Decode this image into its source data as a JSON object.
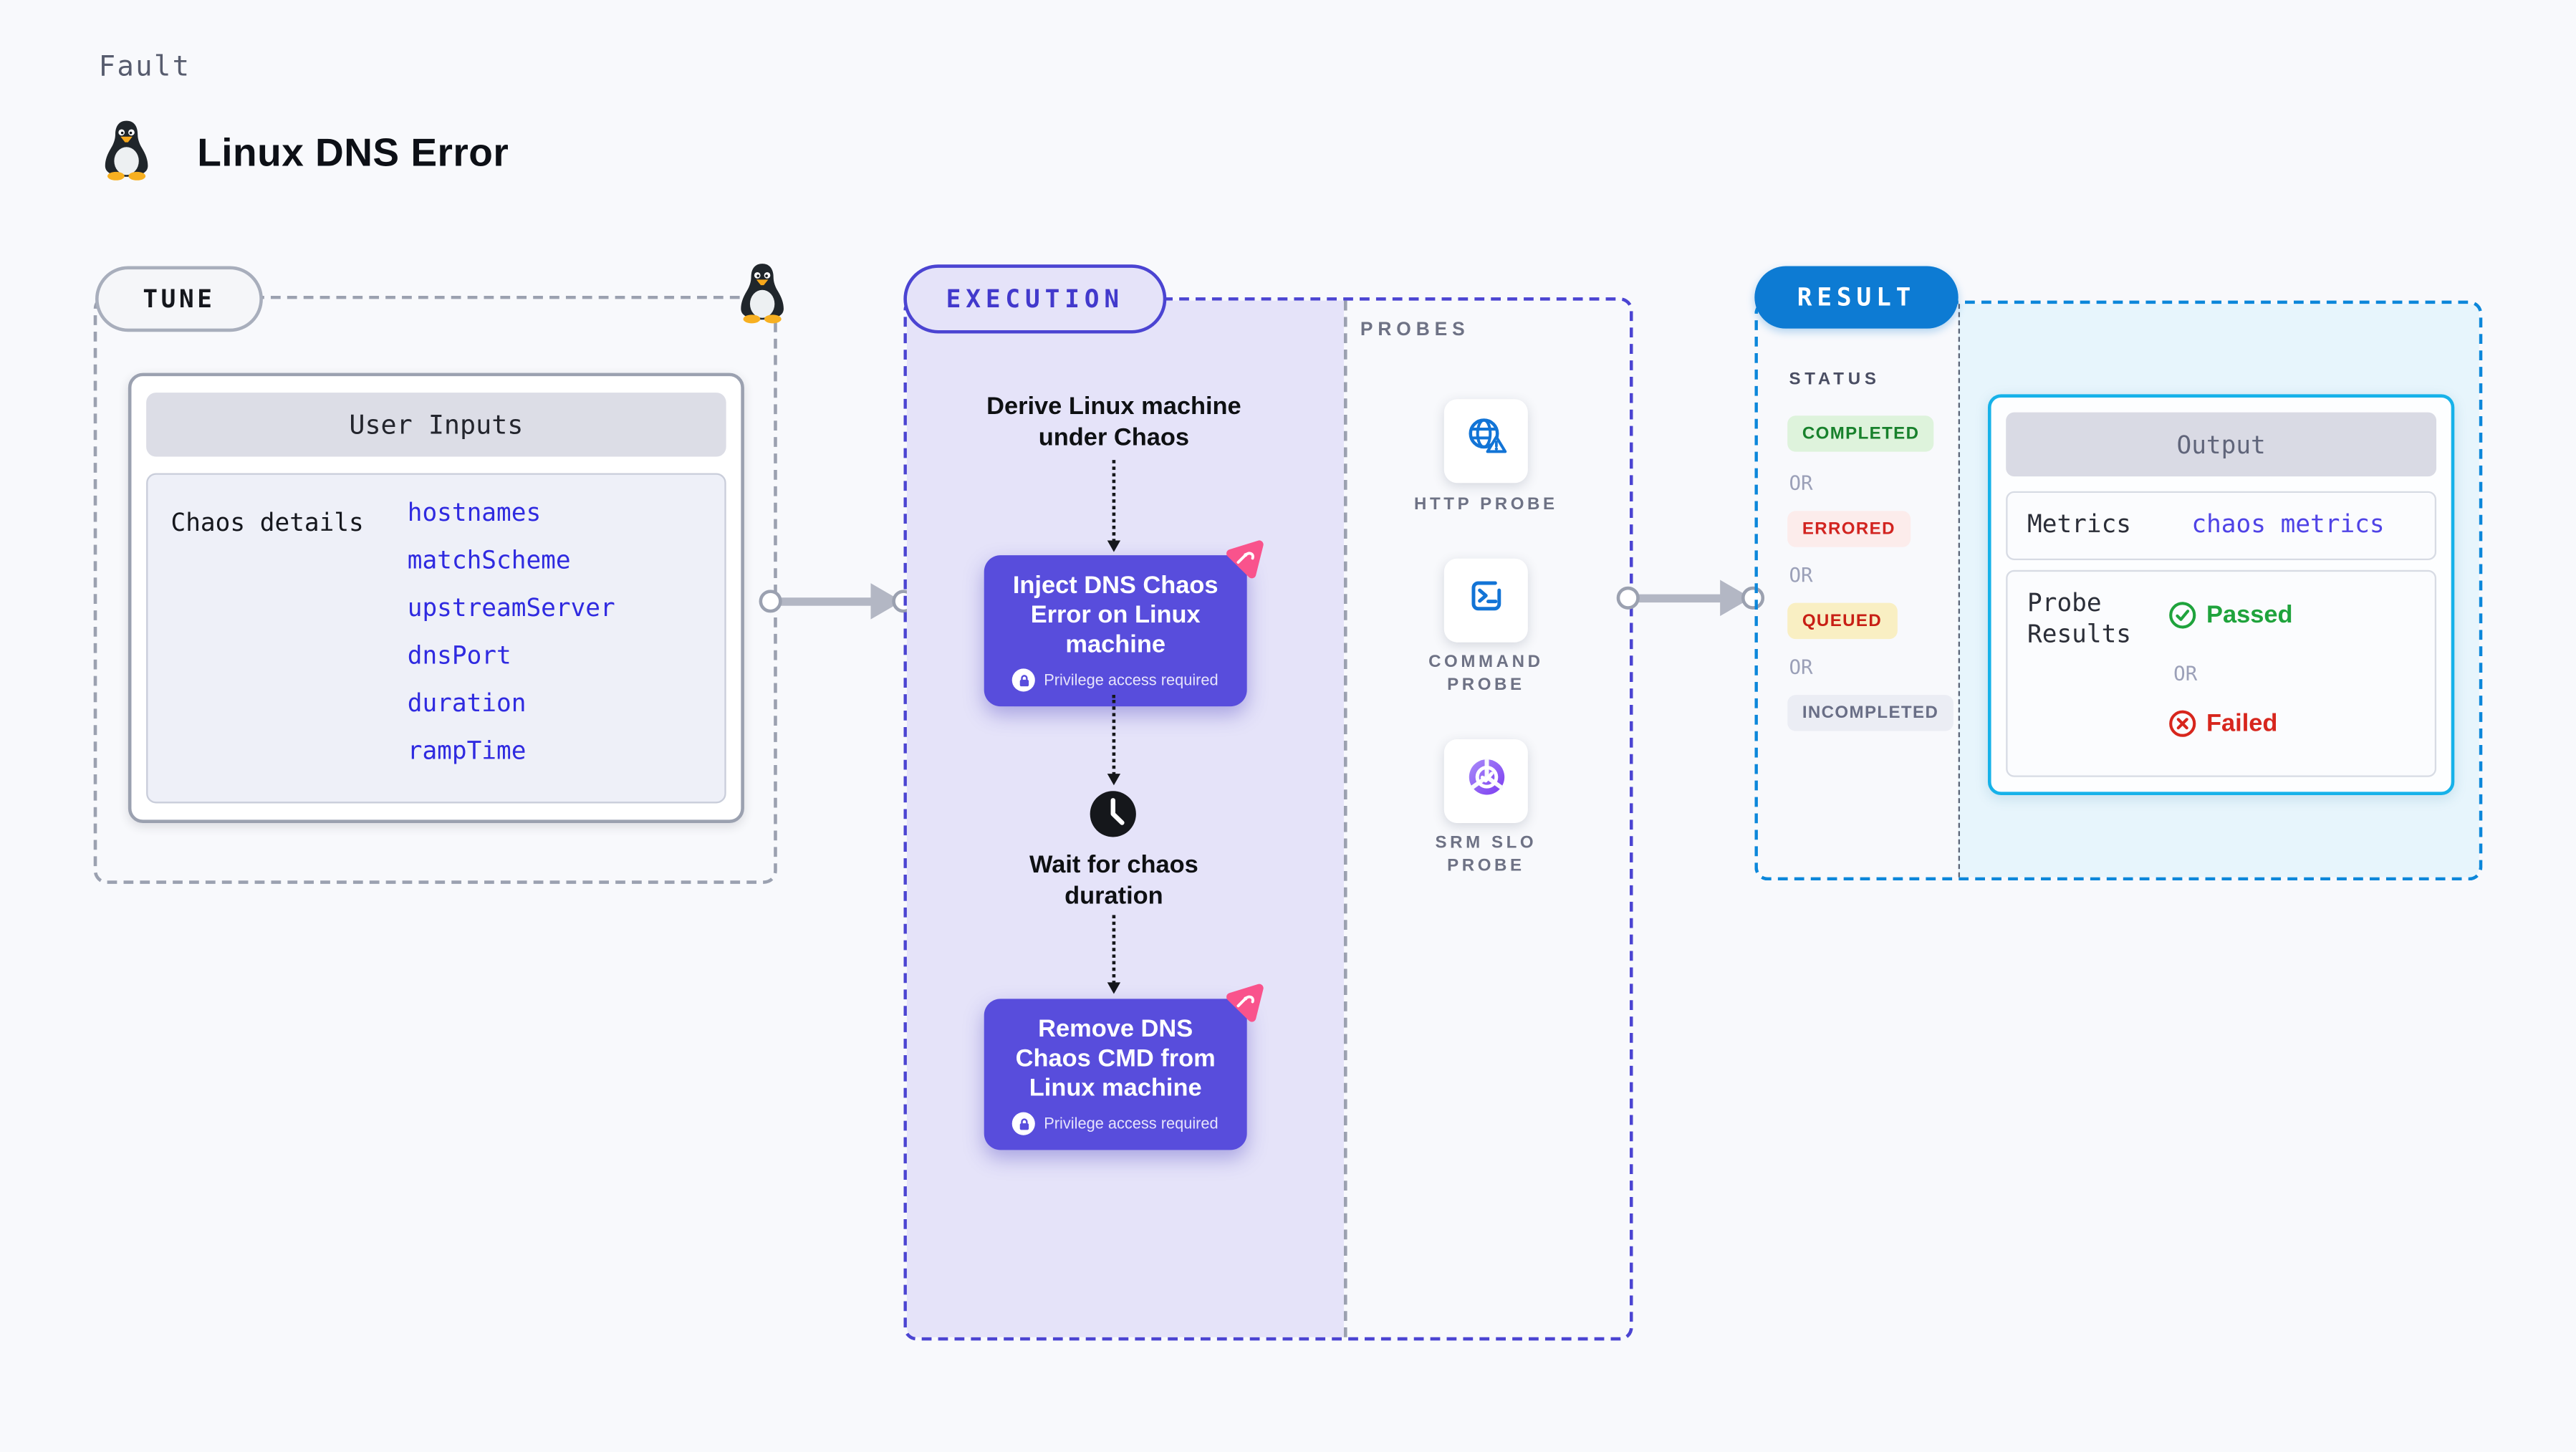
{
  "header": {
    "kicker": "Fault",
    "title": "Linux DNS Error"
  },
  "tune": {
    "badge": "TUNE",
    "card_title": "User Inputs",
    "row_label": "Chaos details",
    "inputs": [
      "hostnames",
      "matchScheme",
      "upstreamServer",
      "dnsPort",
      "duration",
      "rampTime"
    ],
    "link_color": "#2f2ae0"
  },
  "execution": {
    "badge": "EXECUTION",
    "derive_step": "Derive Linux machine under Chaos",
    "inject_title": "Inject DNS Chaos Error on Linux machine",
    "wait_step": "Wait for chaos duration",
    "remove_title": "Remove DNS Chaos CMD from Linux machine",
    "privilege_note": "Privilege access required",
    "accent_color": "#584ddc",
    "panel_color": "#e5e3f9"
  },
  "probes": {
    "label": "PROBES",
    "items": [
      {
        "name": "HTTP PROBE",
        "icon": "globe-alert-icon"
      },
      {
        "name": "COMMAND PROBE",
        "icon": "terminal-icon"
      },
      {
        "name": "SRM SLO PROBE",
        "icon": "slo-pie-icon"
      }
    ]
  },
  "result": {
    "badge": "RESULT",
    "status_label": "STATUS",
    "or": "OR",
    "statuses": [
      {
        "label": "COMPLETED",
        "fg": "#18812c",
        "bg": "#def3dc"
      },
      {
        "label": "ERRORED",
        "fg": "#d22420",
        "bg": "#fceceb"
      },
      {
        "label": "QUEUED",
        "fg": "#c81f15",
        "bg": "#f9efc3"
      },
      {
        "label": "INCOMPLETED",
        "fg": "#696e86",
        "bg": "#ebedf4"
      }
    ],
    "output": {
      "title": "Output",
      "metrics_label": "Metrics",
      "metrics_value": "chaos metrics",
      "probe_results_label": "Probe Results",
      "passed": "Passed",
      "failed": "Failed",
      "border_color": "#16b2e9"
    }
  }
}
